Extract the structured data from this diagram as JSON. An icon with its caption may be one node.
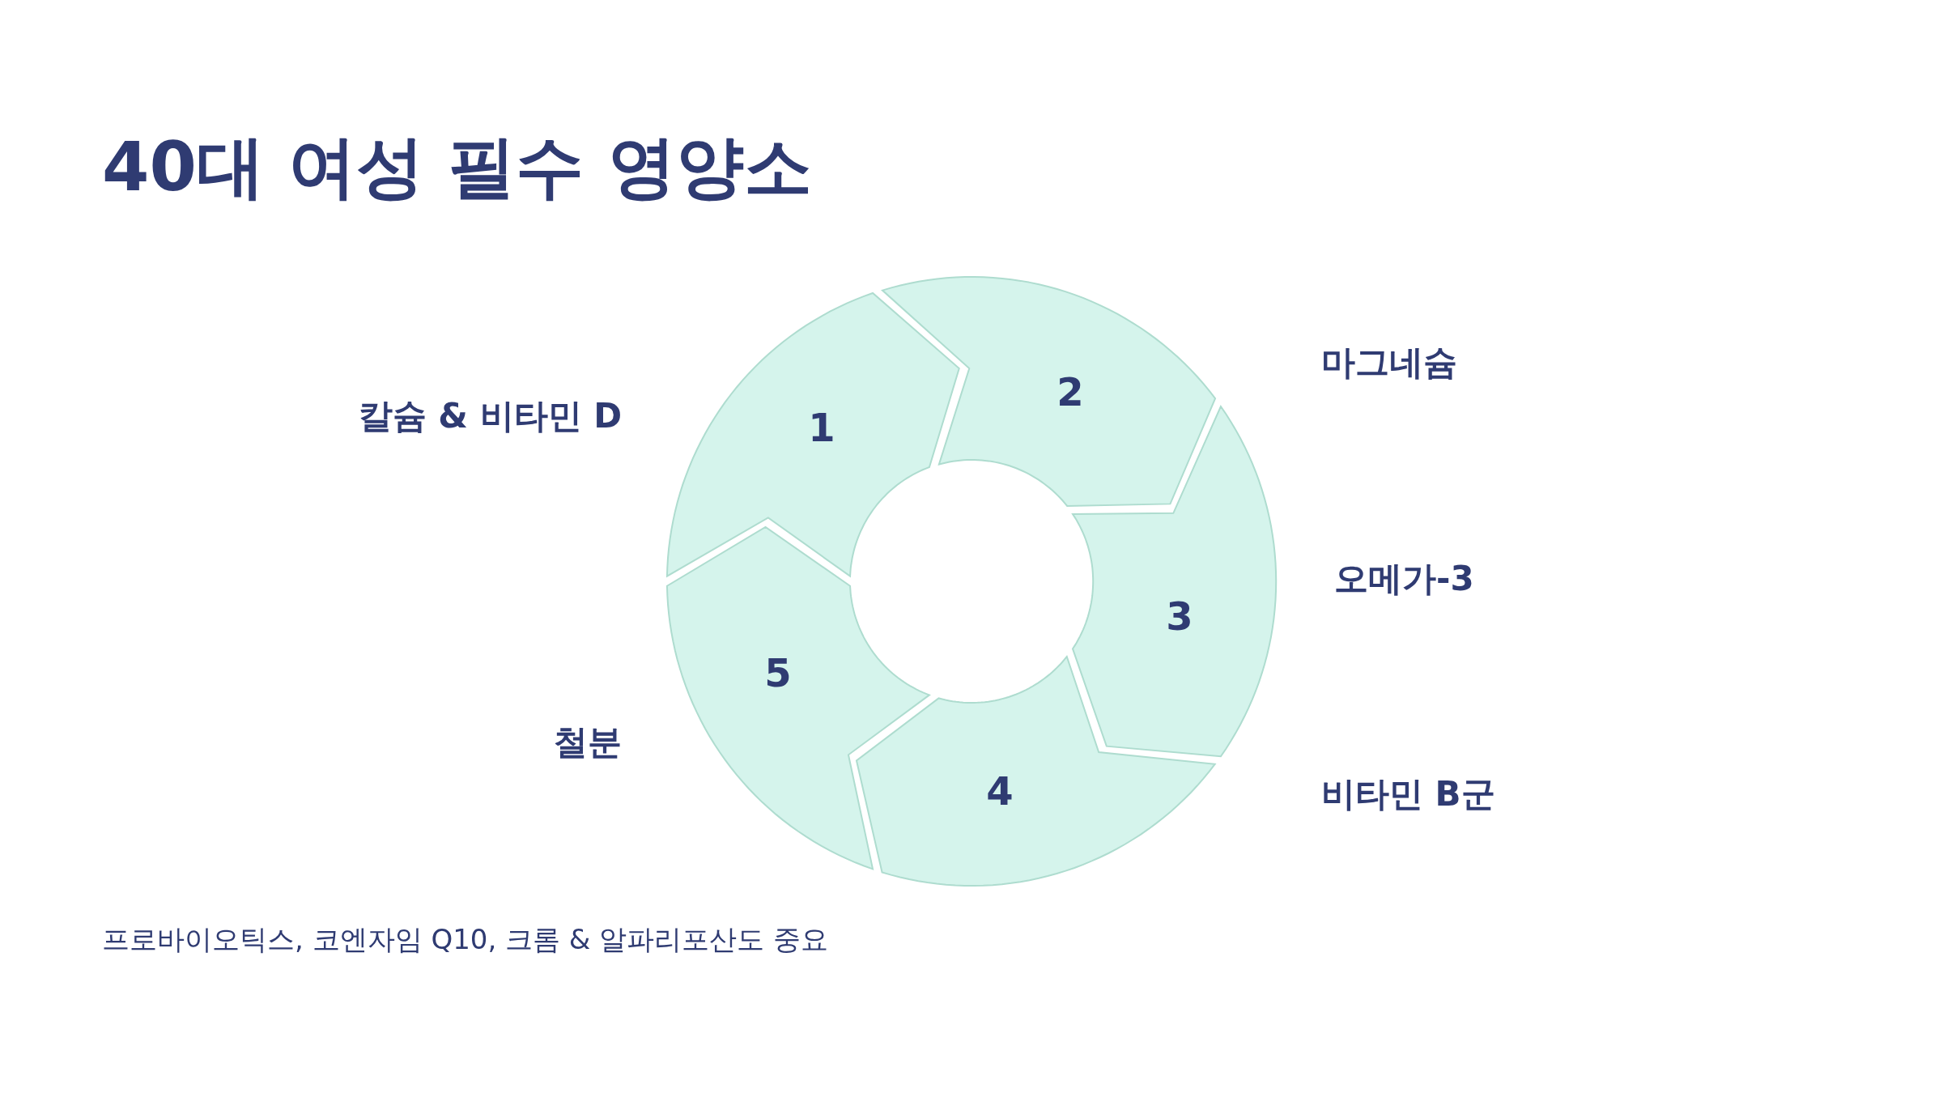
{
  "diagram": {
    "title": "40대 여성 필수 영양소",
    "nodes": [
      {
        "text": [
          "1"
        ]
      },
      {
        "text": [
          "2"
        ]
      },
      {
        "text": [
          "3"
        ]
      },
      {
        "text": [
          "4"
        ]
      },
      {
        "text": [
          "5"
        ]
      }
    ],
    "labels": [
      "마그네슘",
      "칼슘 & 비타민 D",
      "오메가-3",
      "철분",
      "비타민 B군",
      "프로바이오틱스, 코엔자임 Q10, 크롬 & 알파리포산도 중요"
    ]
  }
}
